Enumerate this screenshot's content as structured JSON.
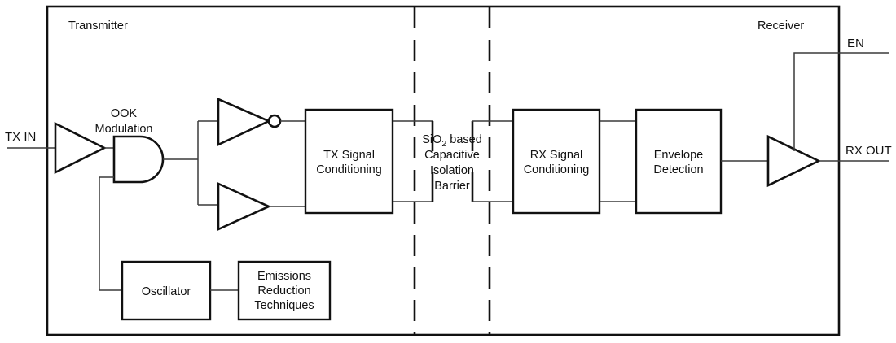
{
  "diagram": {
    "title_regions": [
      {
        "id": "transmitter",
        "label": "Transmitter"
      },
      {
        "id": "receiver",
        "label": "Receiver"
      }
    ],
    "free_labels": [
      {
        "id": "ook",
        "line1": "OOK",
        "line2": "Modulation"
      }
    ],
    "ports": [
      {
        "id": "tx-in",
        "label": "TX IN"
      },
      {
        "id": "en",
        "label": "EN"
      },
      {
        "id": "rx-out",
        "label": "RX OUT"
      }
    ],
    "blocks": [
      {
        "id": "tx-signal-conditioning",
        "lines": [
          "TX Signal",
          "Conditioning"
        ]
      },
      {
        "id": "rx-signal-conditioning",
        "lines": [
          "RX Signal",
          "Conditioning"
        ]
      },
      {
        "id": "envelope-detection",
        "lines": [
          "Envelope",
          "Detection"
        ]
      },
      {
        "id": "oscillator",
        "lines": [
          "Oscillator"
        ]
      },
      {
        "id": "emissions-reduction",
        "lines": [
          "Emissions",
          "Reduction",
          "Techniques"
        ]
      }
    ],
    "barrier": {
      "id": "isolation-barrier",
      "line1_pre": "SiO",
      "line1_sub": "2",
      "line1_post": " based",
      "line2": "Capacitive",
      "line3": "Isolation",
      "line4": "Barrier"
    },
    "gates": [
      {
        "id": "input-buffer",
        "type": "buffer"
      },
      {
        "id": "and-gate",
        "type": "and"
      },
      {
        "id": "inverter-top",
        "type": "inverter"
      },
      {
        "id": "buffer-bottom",
        "type": "buffer"
      },
      {
        "id": "output-buffer",
        "type": "buffer"
      }
    ],
    "colors": {
      "outline": "#111111",
      "wire": "#3a3a3a",
      "background": "#ffffff",
      "text": "#111111"
    }
  }
}
